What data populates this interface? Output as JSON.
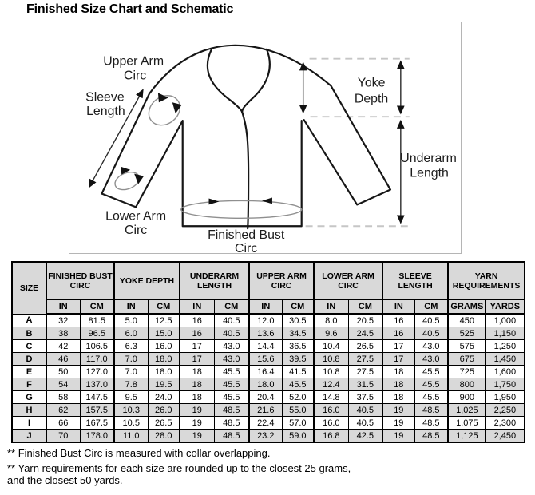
{
  "title": "Finished Size Chart and Schematic",
  "schematic": {
    "labels": {
      "upper_arm": [
        "Upper Arm",
        "Circ"
      ],
      "sleeve": [
        "Sleeve",
        "Length"
      ],
      "lower_arm": [
        "Lower Arm",
        "Circ"
      ],
      "bust": [
        "Finished Bust",
        "Circ"
      ],
      "yoke": [
        "Yoke",
        "Depth"
      ],
      "underarm": [
        "Underarm",
        "Length"
      ]
    }
  },
  "table": {
    "size_header": "SIZE",
    "groups": [
      "FINISHED BUST CIRC",
      "YOKE DEPTH",
      "UNDERARM LENGTH",
      "UPPER ARM CIRC",
      "LOWER ARM CIRC",
      "SLEEVE LENGTH",
      "YARN REQUIREMENTS"
    ],
    "subheaders": [
      "IN",
      "CM",
      "IN",
      "CM",
      "IN",
      "CM",
      "IN",
      "CM",
      "IN",
      "CM",
      "IN",
      "CM",
      "GRAMS",
      "YARDS"
    ],
    "rows": [
      [
        "A",
        "32",
        "81.5",
        "5.0",
        "12.5",
        "16",
        "40.5",
        "12.0",
        "30.5",
        "8.0",
        "20.5",
        "16",
        "40.5",
        "450",
        "1,000"
      ],
      [
        "B",
        "38",
        "96.5",
        "6.0",
        "15.0",
        "16",
        "40.5",
        "13.6",
        "34.5",
        "9.6",
        "24.5",
        "16",
        "40.5",
        "525",
        "1,150"
      ],
      [
        "C",
        "42",
        "106.5",
        "6.3",
        "16.0",
        "17",
        "43.0",
        "14.4",
        "36.5",
        "10.4",
        "26.5",
        "17",
        "43.0",
        "575",
        "1,250"
      ],
      [
        "D",
        "46",
        "117.0",
        "7.0",
        "18.0",
        "17",
        "43.0",
        "15.6",
        "39.5",
        "10.8",
        "27.5",
        "17",
        "43.0",
        "675",
        "1,450"
      ],
      [
        "E",
        "50",
        "127.0",
        "7.0",
        "18.0",
        "18",
        "45.5",
        "16.4",
        "41.5",
        "10.8",
        "27.5",
        "18",
        "45.5",
        "725",
        "1,600"
      ],
      [
        "F",
        "54",
        "137.0",
        "7.8",
        "19.5",
        "18",
        "45.5",
        "18.0",
        "45.5",
        "12.4",
        "31.5",
        "18",
        "45.5",
        "800",
        "1,750"
      ],
      [
        "G",
        "58",
        "147.5",
        "9.5",
        "24.0",
        "18",
        "45.5",
        "20.4",
        "52.0",
        "14.8",
        "37.5",
        "18",
        "45.5",
        "900",
        "1,950"
      ],
      [
        "H",
        "62",
        "157.5",
        "10.3",
        "26.0",
        "19",
        "48.5",
        "21.6",
        "55.0",
        "16.0",
        "40.5",
        "19",
        "48.5",
        "1,025",
        "2,250"
      ],
      [
        "I",
        "66",
        "167.5",
        "10.5",
        "26.5",
        "19",
        "48.5",
        "22.4",
        "57.0",
        "16.0",
        "40.5",
        "19",
        "48.5",
        "1,075",
        "2,300"
      ],
      [
        "J",
        "70",
        "178.0",
        "11.0",
        "28.0",
        "19",
        "48.5",
        "23.2",
        "59.0",
        "16.8",
        "42.5",
        "19",
        "48.5",
        "1,125",
        "2,450"
      ]
    ]
  },
  "footnotes": [
    "** Finished Bust Circ is measured with collar overlapping.",
    "** Yarn requirements for each size are rounded up to the closest 25 grams, and the closest 50 yards."
  ],
  "colors": {
    "header_bg": "#d9d9d9",
    "row_alt_bg": "#d9d9d9",
    "table_border": "#000000",
    "dash_gray": "#c6c6c6",
    "ellipse_gray": "#8f8f8f"
  }
}
